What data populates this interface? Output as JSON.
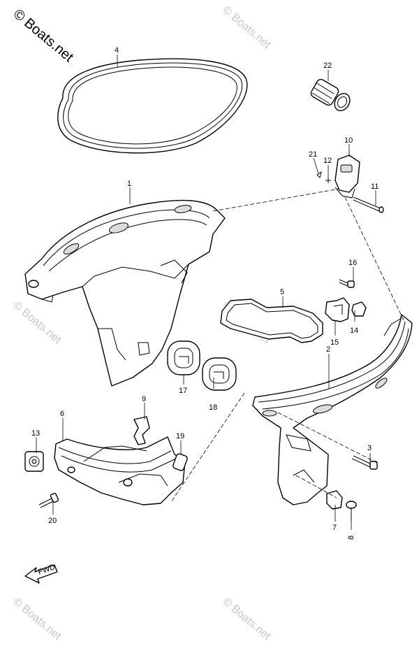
{
  "watermark": {
    "brand": "© Boats.net",
    "faint": "© Boats.net",
    "color_brand": "#000000",
    "color_faint": "#c8c8c8"
  },
  "fwd_label": "FWD",
  "callouts": {
    "c1": "1",
    "c2": "2",
    "c3": "3",
    "c4": "4",
    "c5": "5",
    "c6": "6",
    "c7": "7",
    "c8": "8",
    "c9": "9",
    "c10": "10",
    "c11": "11",
    "c12": "12",
    "c13": "13",
    "c14": "14",
    "c15": "15",
    "c16": "16",
    "c17": "17",
    "c18": "18",
    "c19": "19",
    "c20": "20",
    "c21": "21",
    "c22": "22"
  }
}
